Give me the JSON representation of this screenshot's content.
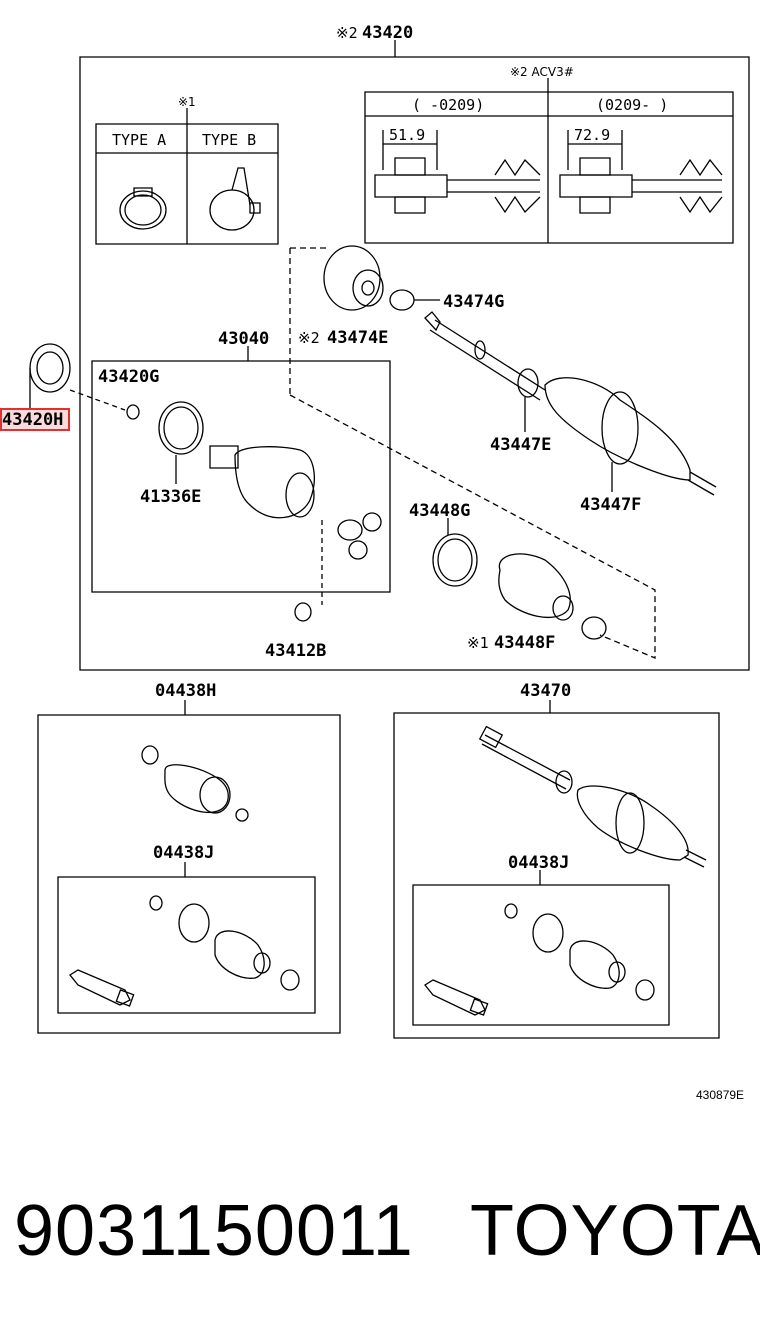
{
  "diagram": {
    "main_assembly": {
      "prefix": "※2",
      "number": "43420"
    },
    "note_type": {
      "marker": "※1",
      "type_a": "TYPE A",
      "type_b": "TYPE B"
    },
    "note_variant": {
      "marker": "※2 ACV3#",
      "col1_range": "(      -0209)",
      "col2_range": "(0209-      )",
      "dim1": "51.9",
      "dim2": "72.9"
    },
    "parts": {
      "p43474G": "43474G",
      "p43474E_prefix": "※2",
      "p43474E": "43474E",
      "p43040": "43040",
      "p43420G": "43420G",
      "p41336E": "41336E",
      "p43447E": "43447E",
      "p43447F": "43447F",
      "p43448G": "43448G",
      "p43412B": "43412B",
      "p43448F_prefix": "※1",
      "p43448F": "43448F",
      "p43420H": "43420H",
      "p04438H": "04438H",
      "p04438J_left": "04438J",
      "p43470": "43470",
      "p04438J_right": "04438J"
    },
    "figure_code": "430879E"
  },
  "footer": {
    "part_number": "9031150011",
    "brand": "TOYOTA"
  }
}
